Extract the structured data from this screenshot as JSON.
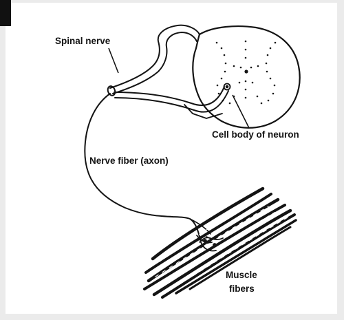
{
  "labels": {
    "spinal_nerve": "Spinal nerve",
    "cell_body": "Cell body of neuron",
    "nerve_fiber": "Nerve fiber (axon)",
    "muscle_line1": "Muscle",
    "muscle_line2": "fibers"
  },
  "colors": {
    "background": "#ebebeb",
    "panel": "#ffffff",
    "ink": "#141414",
    "corner_block": "#111111"
  }
}
